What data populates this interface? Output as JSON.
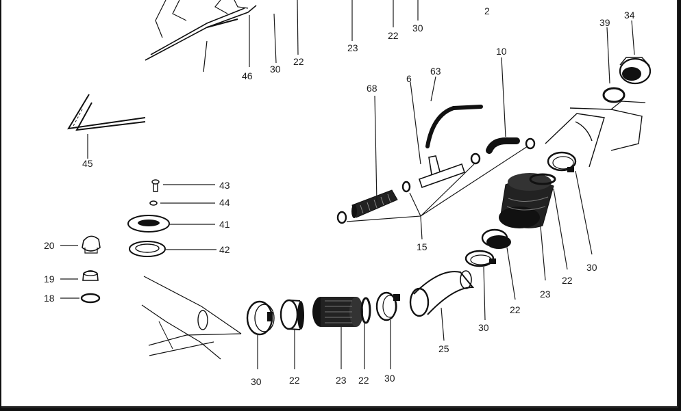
{
  "diagram": {
    "labels": {
      "l2": "2",
      "l6": "6",
      "l10": "10",
      "l15": "15",
      "l18": "18",
      "l19": "19",
      "l20": "20",
      "l22a": "22",
      "l22b": "22",
      "l22c": "22",
      "l22d": "22",
      "l22e": "22",
      "l22f": "22",
      "l23a": "23",
      "l23b": "23",
      "l23c": "23",
      "l25": "25",
      "l30a": "30",
      "l30b": "30",
      "l30c": "30",
      "l30d": "30",
      "l30e": "30",
      "l30f": "30",
      "l34": "34",
      "l39": "39",
      "l41": "41",
      "l42": "42",
      "l43": "43",
      "l44": "44",
      "l45": "45",
      "l46": "46",
      "l63": "63",
      "l68": "68"
    }
  }
}
